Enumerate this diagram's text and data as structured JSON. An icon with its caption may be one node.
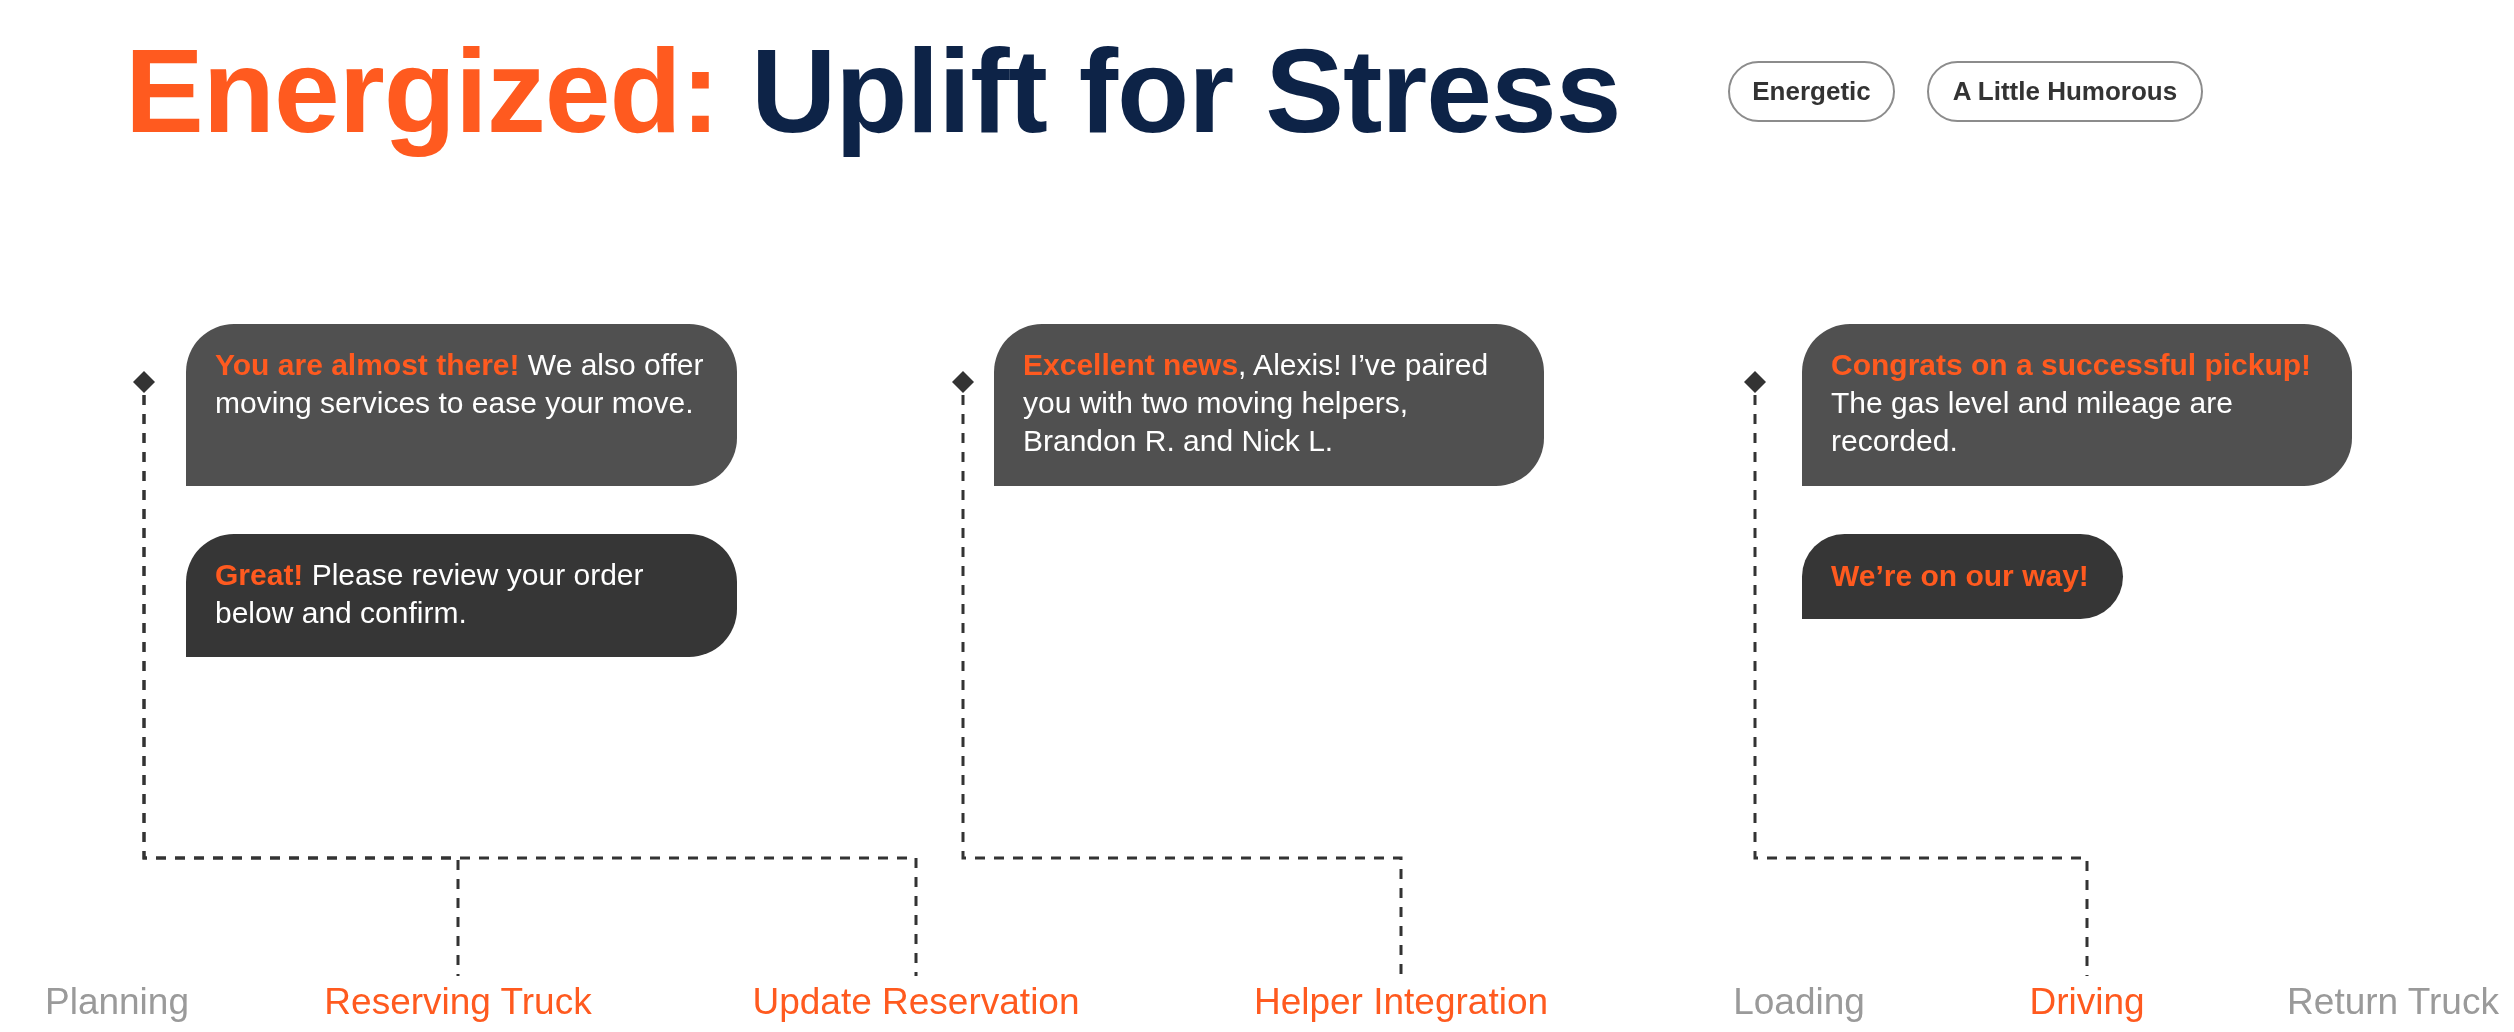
{
  "diagram": {
    "title": "Energized: Uplift for Stress",
    "nodes": [
      {
        "text": [
          "Energetic"
        ]
      },
      {
        "text": [
          "A Little Humorous"
        ]
      },
      {
        "text": [],
        "shape": "diamond"
      },
      {
        "text": [],
        "shape": "diamond"
      },
      {
        "text": [],
        "shape": "diamond"
      },
      {
        "text": [
          "**You are almost there!** We also offer moving services to ease your move."
        ]
      },
      {
        "text": [
          "**Great!** Please review your order below and confirm."
        ]
      },
      {
        "text": [
          "**Excellent news**, Alexis! I’ve paired you with two moving helpers, Brandon R. and Nick L."
        ]
      },
      {
        "text": [
          "**Congrats on a successful pickup!** The gas level and mileage are recorded."
        ]
      },
      {
        "text": [
          "We’re on our way!"
        ]
      },
      {
        "text": [
          "Reserving Truck"
        ]
      },
      {
        "text": [
          "Update Reservation"
        ]
      },
      {
        "text": [
          "Helper Integration"
        ]
      },
      {
        "text": [
          "Driving"
        ]
      }
    ],
    "edges": [
      {
        "from": 2,
        "to": 10,
        "arrow": "none",
        "style": "dashed"
      },
      {
        "from": 2,
        "to": 11,
        "arrow": "none",
        "style": "dashed"
      },
      {
        "from": 3,
        "to": 12,
        "arrow": "none",
        "style": "dashed"
      },
      {
        "from": 4,
        "to": 13,
        "arrow": "none",
        "style": "dashed"
      }
    ],
    "labels": [
      "Planning",
      "Loading",
      "Return Truck"
    ]
  }
}
